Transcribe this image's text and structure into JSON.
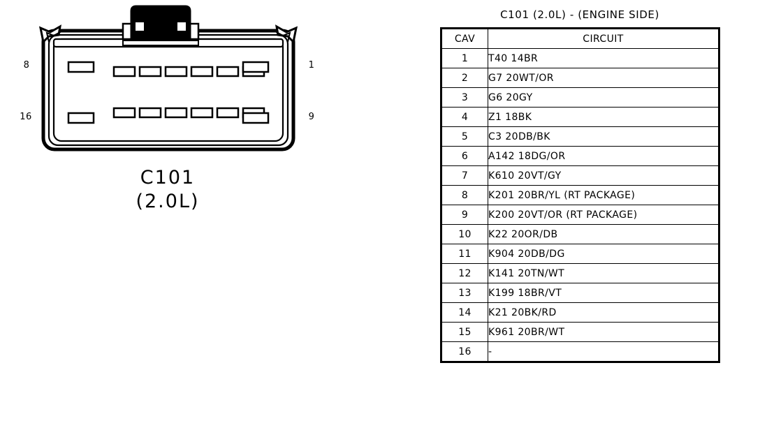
{
  "connector": {
    "caption_line1": "C101",
    "caption_line2": "(2.0L)",
    "pin_labels": {
      "top_left": "8",
      "bottom_left": "16",
      "top_right": "1",
      "bottom_right": "9"
    },
    "cavity_count": 16,
    "rows": 2,
    "cavities_per_row": 8,
    "colors": {
      "outline": "#000000",
      "latch_fill": "#000000",
      "body_fill": "#ffffff"
    }
  },
  "table": {
    "title": "C101 (2.0L) - (ENGINE SIDE)",
    "headers": {
      "cav": "CAV",
      "circuit": "CIRCUIT"
    },
    "rows": [
      {
        "cav": "1",
        "circuit": "T40 14BR"
      },
      {
        "cav": "2",
        "circuit": "G7 20WT/OR"
      },
      {
        "cav": "3",
        "circuit": "G6 20GY"
      },
      {
        "cav": "4",
        "circuit": "Z1 18BK"
      },
      {
        "cav": "5",
        "circuit": "C3 20DB/BK"
      },
      {
        "cav": "6",
        "circuit": "A142 18DG/OR"
      },
      {
        "cav": "7",
        "circuit": "K610 20VT/GY"
      },
      {
        "cav": "8",
        "circuit": "K201 20BR/YL (RT PACKAGE)"
      },
      {
        "cav": "9",
        "circuit": "K200 20VT/OR (RT PACKAGE)"
      },
      {
        "cav": "10",
        "circuit": "K22 20OR/DB"
      },
      {
        "cav": "11",
        "circuit": "K904 20DB/DG"
      },
      {
        "cav": "12",
        "circuit": "K141 20TN/WT"
      },
      {
        "cav": "13",
        "circuit": "K199 18BR/VT"
      },
      {
        "cav": "14",
        "circuit": "K21 20BK/RD"
      },
      {
        "cav": "15",
        "circuit": "K961 20BR/WT"
      },
      {
        "cav": "16",
        "circuit": "-"
      }
    ]
  }
}
